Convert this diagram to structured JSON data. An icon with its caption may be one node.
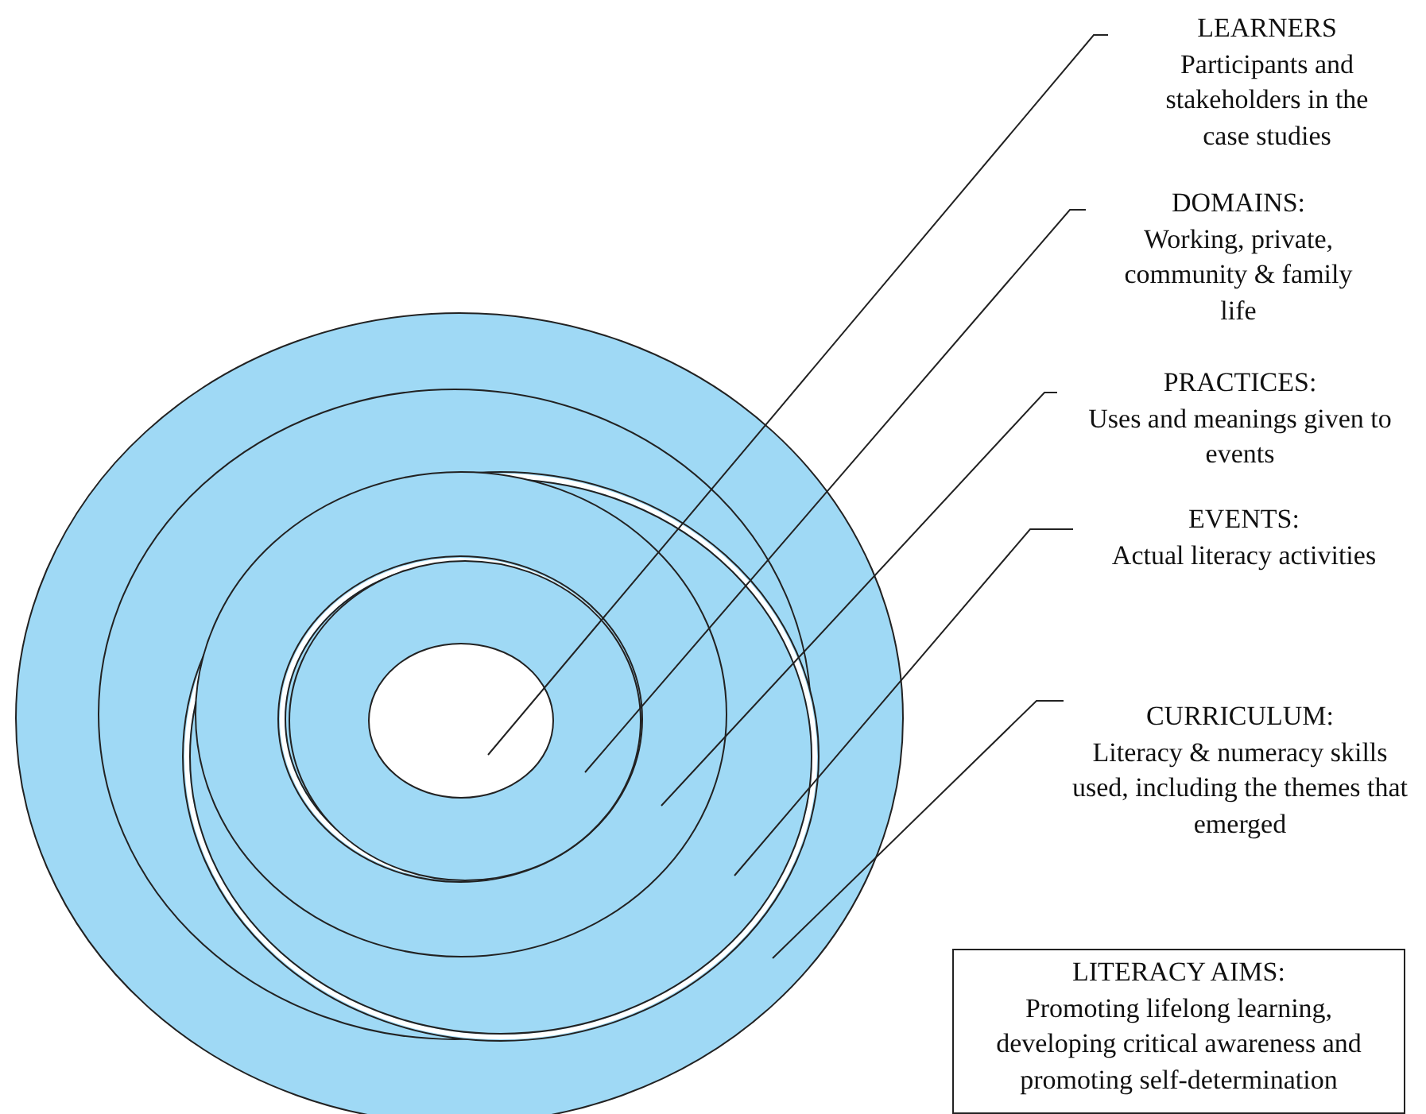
{
  "diagram": {
    "nodes": [
      {
        "text": [
          "LEARNERS",
          "Participants and stakeholders in the case studies"
        ]
      },
      {
        "text": [
          "DOMAINS:",
          "Working, private, community & family life"
        ]
      },
      {
        "text": [
          "PRACTICES:",
          "Uses and meanings given to events"
        ]
      },
      {
        "text": [
          "EVENTS:",
          "Actual literacy activities"
        ]
      },
      {
        "text": [
          "CURRICULUM:",
          "Literacy & numeracy skills used, including the themes that emerged"
        ]
      },
      {
        "text": [
          "LITERACY AIMS:",
          "Promoting lifelong learning, developing critical awareness and promoting self-determination"
        ]
      },
      {
        "text": [],
        "shape": "ellipse"
      },
      {
        "text": [],
        "shape": "ellipse",
        "in": 6
      },
      {
        "text": [],
        "shape": "ellipse",
        "in": 7
      },
      {
        "text": [],
        "shape": "ellipse",
        "in": 8
      },
      {
        "text": [],
        "shape": "ellipse",
        "in": 9
      },
      {
        "text": [],
        "shape": "ellipse",
        "in": 10
      },
      {
        "text": [],
        "shape": "ellipse",
        "in": 11
      }
    ],
    "edges": [
      {
        "from": 0,
        "to": 12,
        "arrow": "none"
      },
      {
        "from": 1,
        "to": 11,
        "arrow": "none"
      },
      {
        "from": 2,
        "to": 9,
        "arrow": "none"
      },
      {
        "from": 3,
        "to": 8,
        "arrow": "none"
      },
      {
        "from": 4,
        "to": 6,
        "arrow": "none"
      }
    ]
  }
}
